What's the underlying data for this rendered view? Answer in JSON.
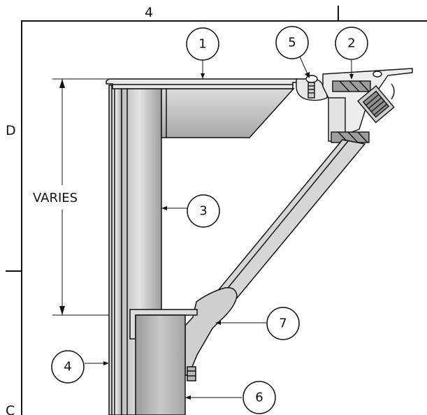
{
  "zone_labels": {
    "column_top": "4",
    "row_upper": "D",
    "row_lower": "C"
  },
  "dimension": {
    "text": "VARIES"
  },
  "balloons": [
    {
      "id": "balloon-1",
      "number": "1"
    },
    {
      "id": "balloon-2",
      "number": "2"
    },
    {
      "id": "balloon-3",
      "number": "3"
    },
    {
      "id": "balloon-4",
      "number": "4"
    },
    {
      "id": "balloon-5",
      "number": "5"
    },
    {
      "id": "balloon-6",
      "number": "6"
    },
    {
      "id": "balloon-7",
      "number": "7"
    }
  ],
  "colors": {
    "line": "#111111",
    "steel_light": "#e6e6e6",
    "steel_mid": "#c4c4c4",
    "steel_dark": "#9a9a9a",
    "block": "#b5b5b5"
  }
}
